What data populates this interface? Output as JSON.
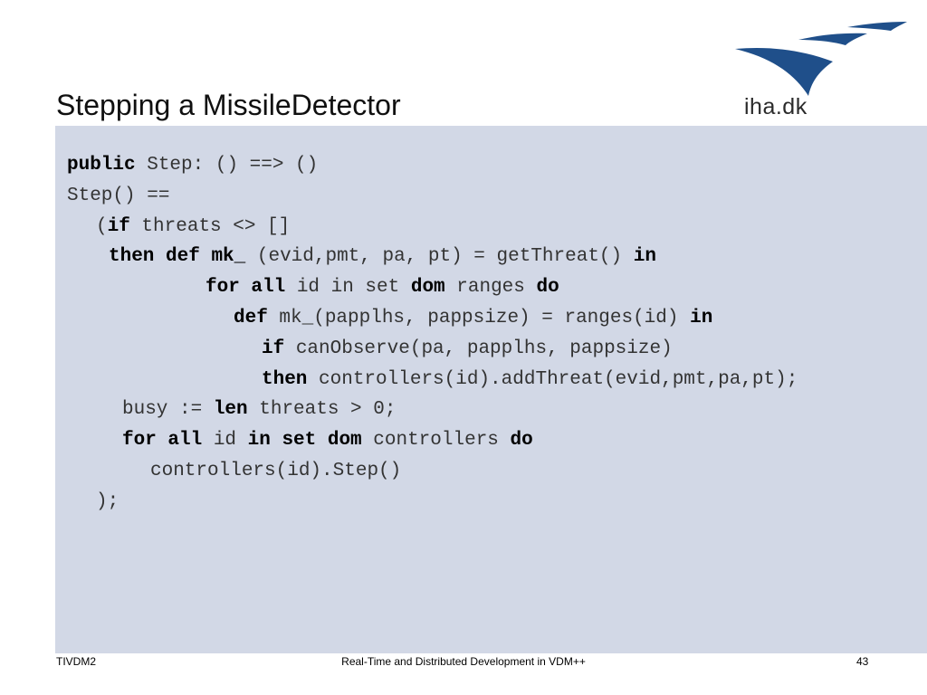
{
  "slide": {
    "title": "Stepping a MissileDetector",
    "logo_text": "iha.dk",
    "brand_color": "#1f4f8a",
    "panel_color": "#d2d8e6"
  },
  "code": [
    [
      {
        "t": "public",
        "kw": true
      },
      {
        "t": " Step: () ==> ()",
        "kw": false
      }
    ],
    [
      {
        "t": "Step() ==",
        "kw": false
      }
    ],
    [
      {
        "t": "(",
        "kw": false
      },
      {
        "t": "if",
        "kw": true
      },
      {
        "t": " threats <> []",
        "kw": false
      }
    ],
    [
      {
        "t": "then",
        "kw": true
      },
      {
        "t": " ",
        "kw": false
      },
      {
        "t": "def",
        "kw": true
      },
      {
        "t": " ",
        "kw": false
      },
      {
        "t": "mk_",
        "kw": true
      },
      {
        "t": " (evid,pmt, pa, pt) = getThreat() ",
        "kw": false
      },
      {
        "t": "in",
        "kw": true
      }
    ],
    [
      {
        "t": "for all",
        "kw": true
      },
      {
        "t": " id in set ",
        "kw": false
      },
      {
        "t": "dom",
        "kw": true
      },
      {
        "t": " ranges ",
        "kw": false
      },
      {
        "t": "do",
        "kw": true
      }
    ],
    [
      {
        "t": "def",
        "kw": true
      },
      {
        "t": " mk_(papplhs, pappsize) = ranges(id) ",
        "kw": false
      },
      {
        "t": "in",
        "kw": true
      }
    ],
    [
      {
        "t": "if",
        "kw": true
      },
      {
        "t": " canObserve(pa, papplhs, pappsize)",
        "kw": false
      }
    ],
    [
      {
        "t": "then",
        "kw": true
      },
      {
        "t": " controllers(id).addThreat(evid,pmt,pa,pt);",
        "kw": false
      }
    ],
    [
      {
        "t": "busy := ",
        "kw": false
      },
      {
        "t": "len",
        "kw": true
      },
      {
        "t": " threats > 0;",
        "kw": false
      }
    ],
    [
      {
        "t": "for all",
        "kw": true
      },
      {
        "t": " id ",
        "kw": false
      },
      {
        "t": "in set dom",
        "kw": true
      },
      {
        "t": " controllers ",
        "kw": false
      },
      {
        "t": "do",
        "kw": true
      }
    ],
    [
      {
        "t": "controllers(id).Step()",
        "kw": false
      }
    ],
    [
      {
        "t": ");",
        "kw": false
      }
    ]
  ],
  "footer": {
    "left": "TIVDM2",
    "center": "Real-Time and Distributed Development in VDM++",
    "right": "43"
  }
}
